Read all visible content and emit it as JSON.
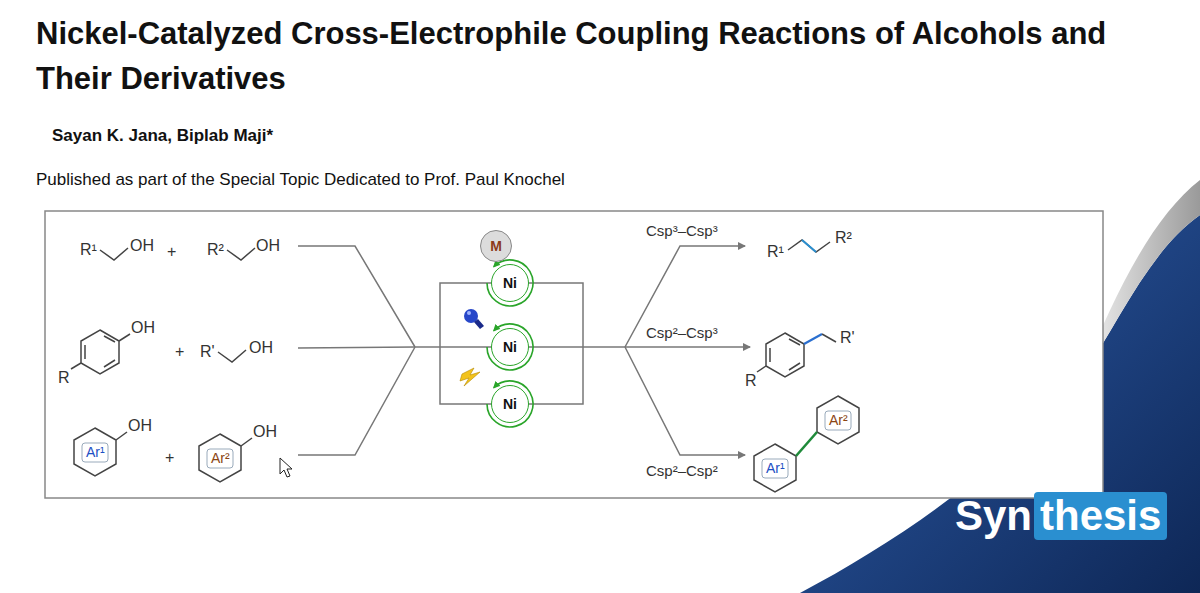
{
  "diagram": {
    "title": "Nickel-Catalyzed Cross-Electrophile Coupling Reactions of Alcohols and Their Derivatives",
    "nodes": [
      {
        "text": [
          "M"
        ]
      },
      {
        "text": [
          "Ni"
        ]
      },
      {
        "text": [
          "Ni"
        ]
      },
      {
        "text": [
          "Ni"
        ]
      }
    ],
    "labels": [
      "Sayan K. Jana, Biplab Maji*",
      "Published as part of the Special Topic Dedicated to Prof. Paul Knochel",
      "R¹",
      "OH",
      "+",
      "R²",
      "OH",
      "OH",
      "R",
      "+",
      "R'",
      "OH",
      "Ar¹",
      "OH",
      "+",
      "Ar²",
      "OH",
      "Csp³–Csp³",
      "R¹",
      "R²",
      "Csp²–Csp³",
      "R'",
      "R",
      "Csp²–Csp²",
      "Ar¹",
      "Ar²",
      "Syn",
      "thesis"
    ]
  }
}
